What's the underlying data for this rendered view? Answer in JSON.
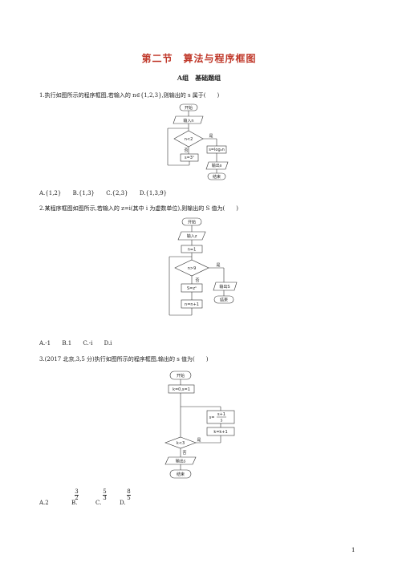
{
  "title": "第二节　算法与程序框图",
  "subtitle": "A组　基础题组",
  "q1": {
    "text": "1.执行如图所示的程序框图,若输入的 n∈{1,2,3},则输出的 s 属于(　　)",
    "flow": {
      "start": "开始",
      "input": "输入n",
      "cond": "n<2",
      "yes": "是",
      "no": "否",
      "assign_yes": "s=log₂n",
      "assign_no": "s=3ⁿ",
      "output": "输出s",
      "end": "结束"
    },
    "options": [
      "A.{1,2}",
      "B.{1,3}",
      "C.{2,3}",
      "D.{1,3,9}"
    ]
  },
  "q2": {
    "text": "2.某程序框图如图所示,若输入的 z=i(其中 i 为虚数单位),则输出的 S 值为(　　)",
    "flow": {
      "start": "开始",
      "input": "输入z",
      "init": "n=1",
      "cond": "n>9",
      "yes": "是",
      "no": "否",
      "assign": "S=zⁿ",
      "incr": "n=n+1",
      "output": "输出S",
      "end": "结束"
    },
    "options": [
      "A.-1",
      "B.1",
      "C.-i",
      "D.i"
    ]
  },
  "q3": {
    "text": "3.(2017 北京,3,5 分)执行如图所示的程序框图,输出的 s 值为(　　)",
    "flow": {
      "start": "开始",
      "init": "k=0,s=1",
      "assign_s_num": "s+1",
      "assign_s_prefix": "s=",
      "assign_s_den": "s",
      "incr": "k=k+1",
      "cond": "k<3",
      "yes": "是",
      "no": "否",
      "output": "输出s",
      "end": "结束"
    },
    "options": {
      "a": "A.2",
      "b": "B.",
      "b_num": "3",
      "b_den": "2",
      "c": "C.",
      "c_num": "5",
      "c_den": "3",
      "d": "D.",
      "d_num": "8",
      "d_den": "5"
    }
  },
  "page_number": "1"
}
